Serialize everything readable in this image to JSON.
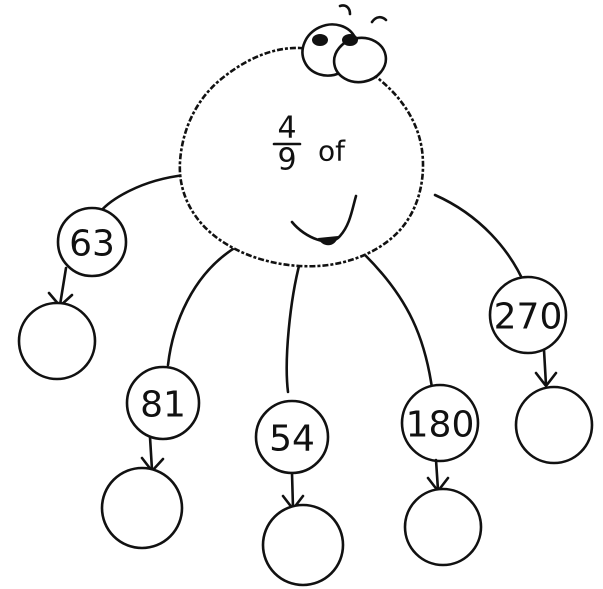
{
  "creature": {
    "fraction_numerator": "4",
    "fraction_denominator": "9",
    "operator_word": "of"
  },
  "legs": [
    {
      "value": "63",
      "answer": ""
    },
    {
      "value": "81",
      "answer": ""
    },
    {
      "value": "54",
      "answer": ""
    },
    {
      "value": "180",
      "answer": ""
    },
    {
      "value": "270",
      "answer": ""
    }
  ]
}
